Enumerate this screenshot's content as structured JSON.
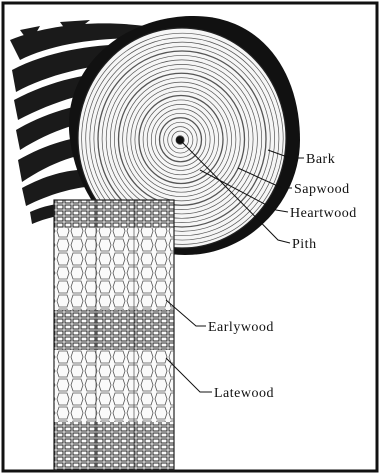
{
  "diagram": {
    "labels": {
      "bark": "Bark",
      "sapwood": "Sapwood",
      "heartwood": "Heartwood",
      "pith": "Pith",
      "earlywood": "Earlywood",
      "latewood": "Latewood"
    }
  }
}
